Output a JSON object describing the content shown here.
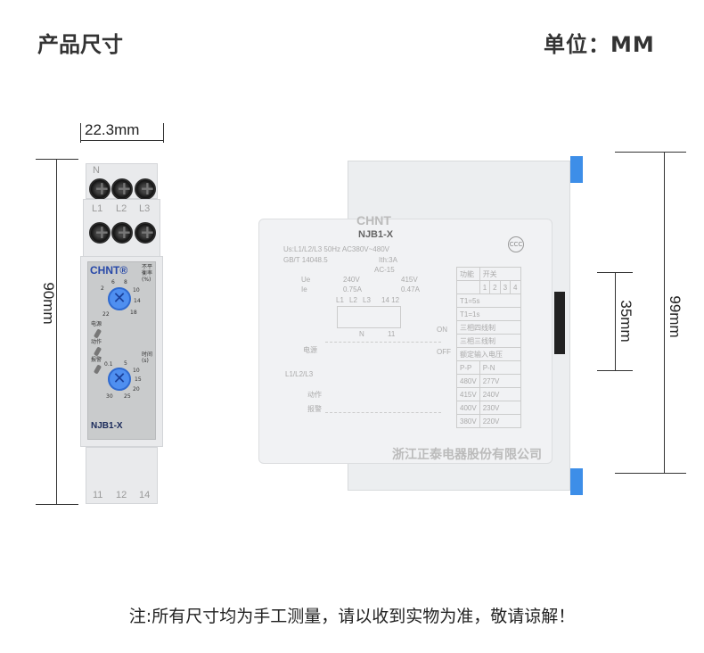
{
  "header": {
    "title": "产品尺寸",
    "unit": "单位：MM"
  },
  "dimensions": {
    "width": "22.3mm",
    "height": "90mm",
    "rail": "35mm",
    "depth": "99mm"
  },
  "front": {
    "top_terminals": "N",
    "mid_terminals": [
      "L1",
      "L2",
      "L3"
    ],
    "bottom_terminals": [
      "11",
      "12",
      "14"
    ],
    "brand": "CHNT®",
    "model": "NJB1-X",
    "knob1_label": "不平衡率(%)",
    "knob1_scale": [
      "2",
      "6",
      "8",
      "10",
      "14",
      "18",
      "22"
    ],
    "knob2_label": "时间(s)",
    "knob2_scale": [
      "0.1",
      "5",
      "10",
      "15",
      "20",
      "25",
      "30"
    ],
    "leds": [
      "电源",
      "动作",
      "报警"
    ],
    "knob_color": "#4f8ff0"
  },
  "side": {
    "brand": "CHNT",
    "model": "NJB1-X",
    "rating1": "Us:L1/L2/L3 50Hz AC380V~480V",
    "rating2": "GB/T 14048.5",
    "ith": "Ith:3A",
    "category": "AC-15",
    "ue_label": "Ue",
    "ie_label": "Ie",
    "ue": [
      "240V",
      "415V"
    ],
    "ie": [
      "0.75A",
      "0.47A"
    ],
    "wiring": [
      "L1",
      "L2",
      "L3",
      "14 12",
      "N",
      "11"
    ],
    "timing_labels": [
      "电源",
      "L1/L2/L3",
      "动作",
      "报警"
    ],
    "switch": {
      "on": "ON",
      "off": "OFF"
    },
    "table": {
      "header": [
        "功能",
        "开关"
      ],
      "switch_nums": [
        "1",
        "2",
        "3",
        "4"
      ],
      "rows": [
        "T1=5s",
        "T1=1s",
        "三相四线制",
        "三相三线制",
        "额定输入电压"
      ],
      "voltage_header": [
        "P-P",
        "P-N"
      ],
      "voltages": [
        [
          "480V",
          "277V"
        ],
        [
          "415V",
          "240V"
        ],
        [
          "400V",
          "230V"
        ],
        [
          "380V",
          "220V"
        ]
      ]
    },
    "company": "浙江正泰电器股份有限公司"
  },
  "note": "注:所有尺寸均为手工测量，请以收到实物为准，敬请谅解！"
}
